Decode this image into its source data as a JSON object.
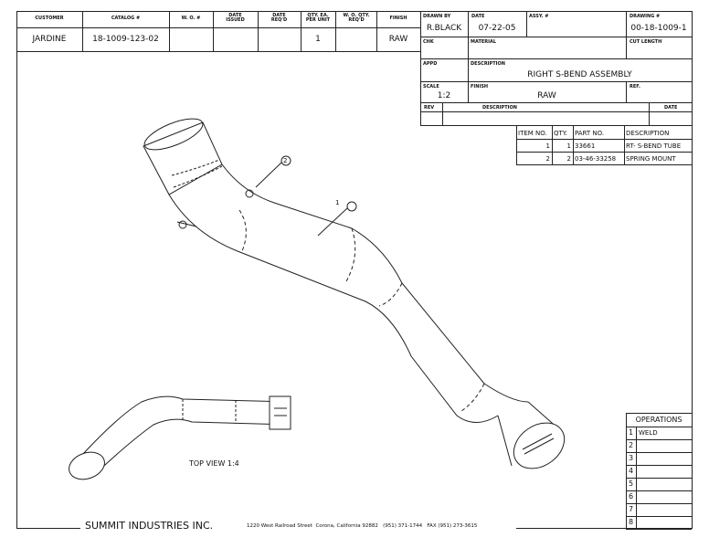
{
  "order_table": {
    "headers": [
      "CUSTOMER",
      "CATALOG #",
      "W. O. #",
      "DATE ISSUED",
      "DATE REQ'D",
      "QTY. EA. PER UNIT",
      "W. O. QTY. REQ'D",
      "FINISH"
    ],
    "values": [
      "JARDINE",
      "18-1009-123-02",
      "",
      "",
      "",
      "1",
      "",
      "RAW"
    ]
  },
  "title_block": {
    "drawn_by_label": "DRAWN BY",
    "drawn_by": "R.BLACK",
    "date_label": "DATE",
    "date": "07-22-05",
    "assy_label": "ASSY. #",
    "drawing_label": "DRAWING #",
    "drawing": "00-18-1009-1",
    "chk_label": "CHK",
    "material_label": "MATERIAL",
    "cut_length_label": "CUT LENGTH",
    "appd_label": "APPD",
    "description_label": "DESCRIPTION",
    "description": "RIGHT  S-BEND ASSEMBLY",
    "scale_label": "SCALE",
    "scale": "1:2",
    "finish_label": "FINISH",
    "finish": "RAW",
    "ref_label": "REF.",
    "rev_label": "REV",
    "rev_desc_label": "DESCRIPTION",
    "rev_date_label": "DATE"
  },
  "parts_list": {
    "headers": [
      "ITEM NO.",
      "QTY.",
      "PART NO.",
      "DESCRIPTION"
    ],
    "rows": [
      [
        "1",
        "1",
        "33661",
        "RT- S-BEND TUBE"
      ],
      [
        "2",
        "2",
        "03-46-33258",
        "SPRING MOUNT"
      ]
    ]
  },
  "balloons": [
    "1",
    "2"
  ],
  "top_view_label": "TOP VIEW 1:4",
  "operations": {
    "title": "OPERATIONS",
    "rows": [
      {
        "n": "1",
        "op": "WELD"
      },
      {
        "n": "2",
        "op": ""
      },
      {
        "n": "3",
        "op": ""
      },
      {
        "n": "4",
        "op": ""
      },
      {
        "n": "5",
        "op": ""
      },
      {
        "n": "6",
        "op": ""
      },
      {
        "n": "7",
        "op": ""
      },
      {
        "n": "8",
        "op": ""
      }
    ]
  },
  "footer": {
    "company": "SUMMIT INDUSTRIES INC.",
    "address": "1220 West Railroad Street  Corona, California 92882   (951) 371-1744   FAX (951) 273-3615"
  }
}
